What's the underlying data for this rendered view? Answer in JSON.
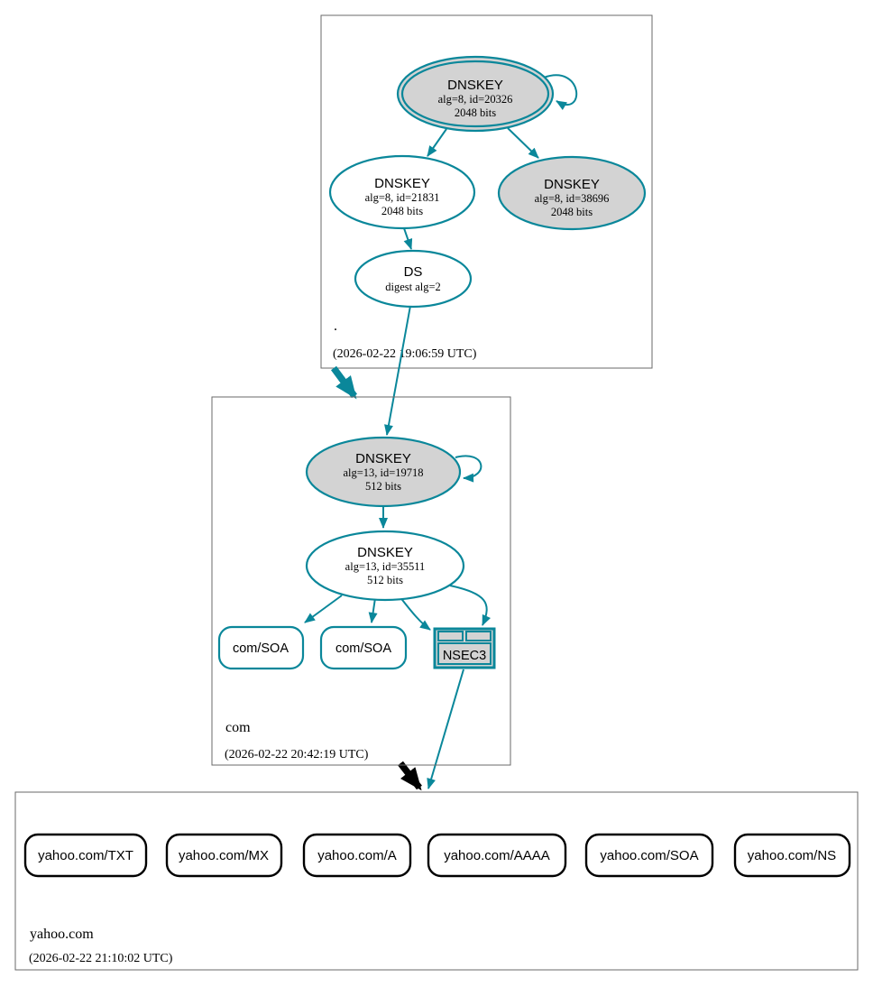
{
  "diagram_type": "dnssec-authentication-chain",
  "colors": {
    "secure_edge": "#0a879a",
    "insecure_edge": "#000000",
    "warning_fill": "#d3d3d3",
    "normal_fill": "#ffffff",
    "cluster_border": "#6a6a6a"
  },
  "zones": [
    {
      "label": ".",
      "timestamp": "(2026-02-22 19:06:59 UTC)",
      "nodes": {
        "ksk": {
          "title": "DNSKEY",
          "alg": "alg=8, id=20326",
          "bits": "2048 bits"
        },
        "zsk": {
          "title": "DNSKEY",
          "alg": "alg=8, id=21831",
          "bits": "2048 bits"
        },
        "key2": {
          "title": "DNSKEY",
          "alg": "alg=8, id=38696",
          "bits": "2048 bits"
        },
        "ds": {
          "title": "DS",
          "digest": "digest alg=2"
        }
      }
    },
    {
      "label": "com",
      "timestamp": "(2026-02-22 20:42:19 UTC)",
      "nodes": {
        "ksk": {
          "title": "DNSKEY",
          "alg": "alg=13, id=19718",
          "bits": "512 bits"
        },
        "zsk": {
          "title": "DNSKEY",
          "alg": "alg=13, id=35511",
          "bits": "512 bits"
        },
        "soa1": {
          "label": "com/SOA"
        },
        "soa2": {
          "label": "com/SOA"
        },
        "nsec3": {
          "label": "NSEC3"
        }
      }
    },
    {
      "label": "yahoo.com",
      "timestamp": "(2026-02-22 21:10:02 UTC)",
      "rrsets": [
        {
          "label": "yahoo.com/TXT"
        },
        {
          "label": "yahoo.com/MX"
        },
        {
          "label": "yahoo.com/A"
        },
        {
          "label": "yahoo.com/AAAA"
        },
        {
          "label": "yahoo.com/SOA"
        },
        {
          "label": "yahoo.com/NS"
        }
      ]
    }
  ]
}
